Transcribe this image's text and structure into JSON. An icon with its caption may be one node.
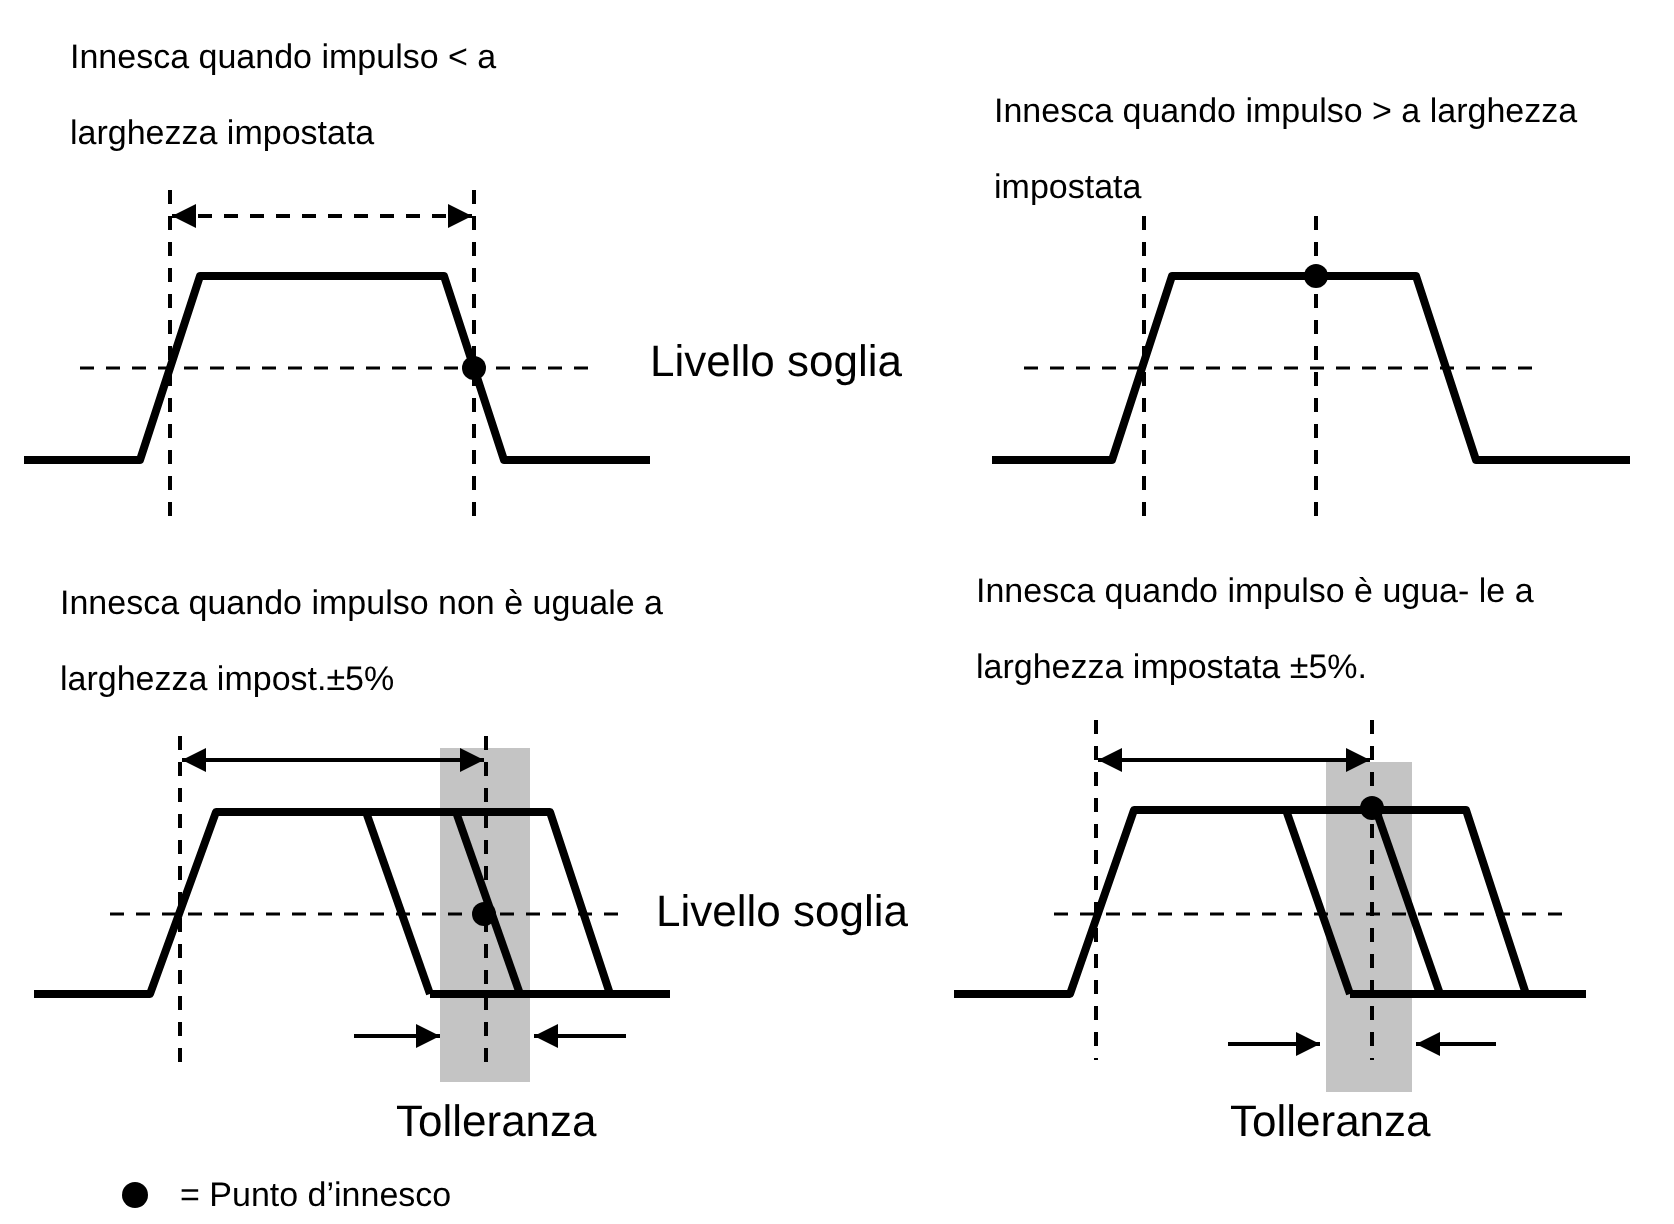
{
  "diagram": {
    "labels": [
      "Innesca quando impulso < a larghezza impostata",
      "Innesca quando impulso > a larghezza impostata",
      "Livello soglia",
      "Innesca quando impulso non è uguale a larghezza impost.±5%",
      "Innesca quando impulso è ugua- le a larghezza impostata ±5%.",
      "Livello soglia",
      "Tolleranza",
      "Tolleranza"
    ],
    "legend": [
      {
        "text": "= Punto d’innesco"
      }
    ]
  }
}
